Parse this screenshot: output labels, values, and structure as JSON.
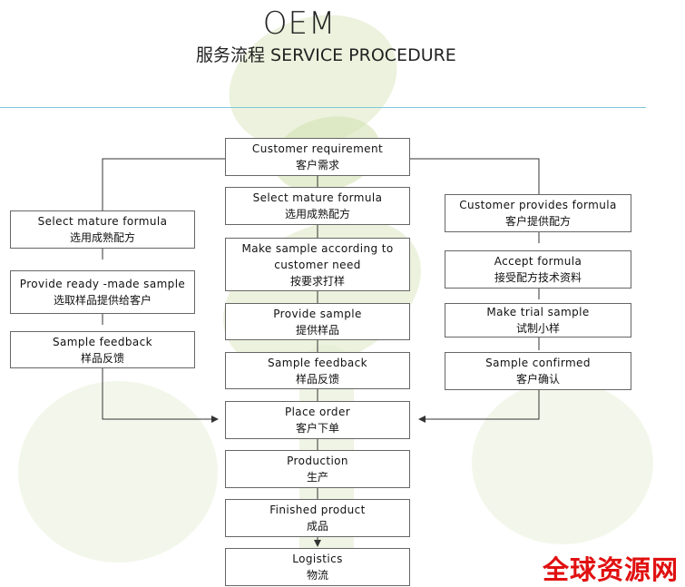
{
  "header": {
    "title": "OEM",
    "subtitle": "服务流程 SERVICE PROCEDURE"
  },
  "center_steps": [
    {
      "en": "Customer requirement",
      "zh": "客户需求"
    },
    {
      "en": "Select mature formula",
      "zh": "选用成熟配方"
    },
    {
      "en": "Make sample according to customer need",
      "zh": "按要求打样"
    },
    {
      "en": "Provide sample",
      "zh": "提供样品"
    },
    {
      "en": "Sample feedback",
      "zh": "样品反馈"
    },
    {
      "en": "Place order",
      "zh": "客户下单"
    },
    {
      "en": "Production",
      "zh": "生产"
    },
    {
      "en": "Finished product",
      "zh": "成品"
    },
    {
      "en": "Logistics",
      "zh": "物流"
    }
  ],
  "left_steps": [
    {
      "en": "Select mature formula",
      "zh": "选用成熟配方"
    },
    {
      "en": "Provide ready -made sample",
      "zh": "选取样品提供给客户"
    },
    {
      "en": "Sample feedback",
      "zh": "样品反馈"
    }
  ],
  "right_steps": [
    {
      "en": "Customer provides formula",
      "zh": "客户提供配方"
    },
    {
      "en": "Accept formula",
      "zh": "接受配方技术资料"
    },
    {
      "en": "Make trial sample",
      "zh": "试制小样"
    },
    {
      "en": "Sample confirmed",
      "zh": "客户确认"
    }
  ],
  "make_sample_lines": [
    "Make sample according to",
    "customer need"
  ],
  "watermark": "全球资源网",
  "colors": {
    "divider": "#7fc8d9",
    "watermark": "#e11010",
    "box_border": "#666666",
    "leaf_green": "#c9dca0"
  }
}
